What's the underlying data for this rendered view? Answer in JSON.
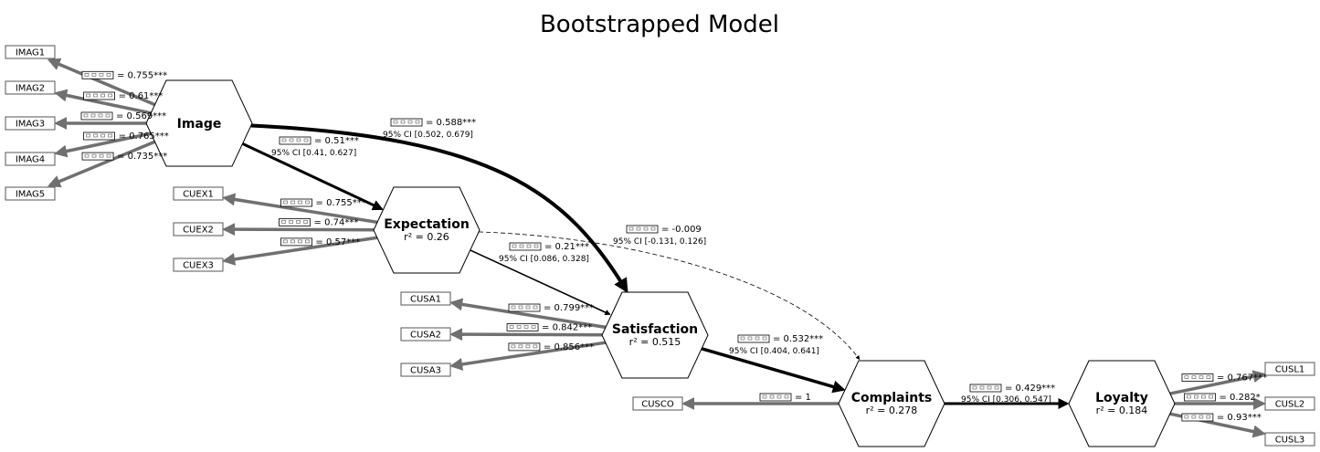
{
  "title": "Bootstrapped Model",
  "indicators": [
    {
      "id": "IMAG1",
      "label": "IMAG1"
    },
    {
      "id": "IMAG2",
      "label": "IMAG2"
    },
    {
      "id": "IMAG3",
      "label": "IMAG3"
    },
    {
      "id": "IMAG4",
      "label": "IMAG4"
    },
    {
      "id": "IMAG5",
      "label": "IMAG5"
    },
    {
      "id": "CUEX1",
      "label": "CUEX1"
    },
    {
      "id": "CUEX2",
      "label": "CUEX2"
    },
    {
      "id": "CUEX3",
      "label": "CUEX3"
    },
    {
      "id": "CUSA1",
      "label": "CUSA1"
    },
    {
      "id": "CUSA2",
      "label": "CUSA2"
    },
    {
      "id": "CUSA3",
      "label": "CUSA3"
    },
    {
      "id": "CUSCO",
      "label": "CUSCO"
    },
    {
      "id": "CUSL1",
      "label": "CUSL1"
    },
    {
      "id": "CUSL2",
      "label": "CUSL2"
    },
    {
      "id": "CUSL3",
      "label": "CUSL3"
    }
  ],
  "latents": [
    {
      "id": "Image",
      "name": "Image",
      "r2": ""
    },
    {
      "id": "Expectation",
      "name": "Expectation",
      "r2": "r² = 0.26"
    },
    {
      "id": "Satisfaction",
      "name": "Satisfaction",
      "r2": "r² = 0.515"
    },
    {
      "id": "Complaints",
      "name": "Complaints",
      "r2": "r² = 0.278"
    },
    {
      "id": "Loyalty",
      "name": "Loyalty",
      "r2": "r² = 0.184"
    }
  ],
  "loadings": [
    {
      "latent": "Image",
      "indicator": "IMAG1",
      "label": "= 0.755***"
    },
    {
      "latent": "Image",
      "indicator": "IMAG2",
      "label": "= 0.61***"
    },
    {
      "latent": "Image",
      "indicator": "IMAG3",
      "label": "= 0.569***"
    },
    {
      "latent": "Image",
      "indicator": "IMAG4",
      "label": "= 0.765***"
    },
    {
      "latent": "Image",
      "indicator": "IMAG5",
      "label": "= 0.735***"
    },
    {
      "latent": "Expectation",
      "indicator": "CUEX1",
      "label": "= 0.755***"
    },
    {
      "latent": "Expectation",
      "indicator": "CUEX2",
      "label": "= 0.74***"
    },
    {
      "latent": "Expectation",
      "indicator": "CUEX3",
      "label": "= 0.57***"
    },
    {
      "latent": "Satisfaction",
      "indicator": "CUSA1",
      "label": "= 0.799***"
    },
    {
      "latent": "Satisfaction",
      "indicator": "CUSA2",
      "label": "= 0.842***"
    },
    {
      "latent": "Satisfaction",
      "indicator": "CUSA3",
      "label": "= 0.856***"
    },
    {
      "latent": "Complaints",
      "indicator": "CUSCO",
      "label": "= 1"
    },
    {
      "latent": "Loyalty",
      "indicator": "CUSL1",
      "label": "= 0.767***"
    },
    {
      "latent": "Loyalty",
      "indicator": "CUSL2",
      "label": "= 0.282*"
    },
    {
      "latent": "Loyalty",
      "indicator": "CUSL3",
      "label": "= 0.93***"
    }
  ],
  "paths": [
    {
      "from": "Image",
      "to": "Expectation",
      "label": "= 0.51***",
      "ci": "95% CI [0.41, 0.627]",
      "dashed": false
    },
    {
      "from": "Image",
      "to": "Satisfaction",
      "label": "= 0.588***",
      "ci": "95% CI [0.502, 0.679]",
      "dashed": false
    },
    {
      "from": "Expectation",
      "to": "Satisfaction",
      "label": "= 0.21***",
      "ci": "95% CI [0.086, 0.328]",
      "dashed": false
    },
    {
      "from": "Expectation",
      "to": "Complaints",
      "label": "= -0.009",
      "ci": "95% CI [-0.131, 0.126]",
      "dashed": true
    },
    {
      "from": "Satisfaction",
      "to": "Complaints",
      "label": "= 0.532***",
      "ci": "95% CI [0.404, 0.641]",
      "dashed": false
    },
    {
      "from": "Complaints",
      "to": "Loyalty",
      "label": "= 0.429***",
      "ci": "95% CI [0.306, 0.547]",
      "dashed": false
    }
  ],
  "colors": {
    "loading_line": "#707070",
    "path_line": "#000000",
    "background": "#ffffff"
  }
}
